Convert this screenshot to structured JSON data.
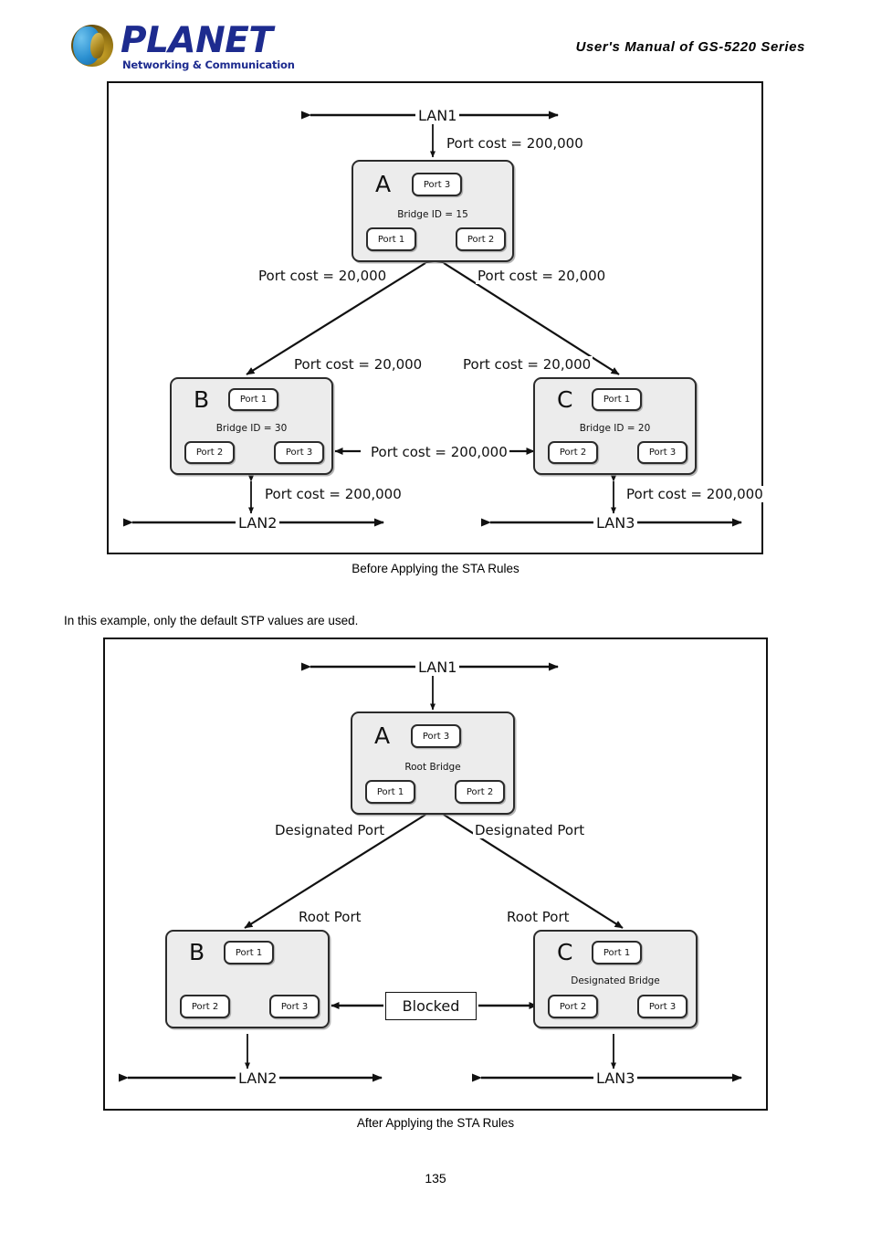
{
  "header": {
    "logo_word": "PLANET",
    "logo_tagline": "Networking & Communication",
    "manual_title": "User's Manual of GS-5220 Series"
  },
  "body_note": "In this example, only the default STP values are used.",
  "page_number": "135",
  "figure1": {
    "caption": "Before Applying the STA Rules",
    "lan_top": "LAN1",
    "lan_bottom_left": "LAN2",
    "lan_bottom_right": "LAN3",
    "bridges": [
      {
        "letter": "A",
        "sub": "Bridge ID = 15",
        "ports": [
          "Port 3",
          "Port 1",
          "Port 2"
        ]
      },
      {
        "letter": "B",
        "sub": "Bridge ID = 30",
        "ports": [
          "Port 1",
          "Port 2",
          "Port 3"
        ]
      },
      {
        "letter": "C",
        "sub": "Bridge ID = 20",
        "ports": [
          "Port 1",
          "Port 2",
          "Port 3"
        ]
      }
    ],
    "costs": {
      "lan1_to_a": "Port cost = 200,000",
      "a_left_upper": "Port cost = 20,000",
      "a_right_upper": "Port cost = 20,000",
      "b_upper": "Port cost = 20,000",
      "c_upper": "Port cost = 20,000",
      "b_to_c": "Port cost = 200,000",
      "b_to_lan2": "Port cost = 200,000",
      "c_to_lan3": "Port cost = 200,000"
    }
  },
  "figure2": {
    "caption": "After Applying the STA Rules",
    "lan_top": "LAN1",
    "lan_bottom_left": "LAN2",
    "lan_bottom_right": "LAN3",
    "blocked_label": "Blocked",
    "bridges": [
      {
        "letter": "A",
        "sub": "Root Bridge",
        "ports": [
          "Port 3",
          "Port 1",
          "Port 2"
        ]
      },
      {
        "letter": "B",
        "sub": "",
        "ports": [
          "Port 1",
          "Port 2",
          "Port 3"
        ]
      },
      {
        "letter": "C",
        "sub": "Designated Bridge",
        "ports": [
          "Port 1",
          "Port 2",
          "Port 3"
        ]
      }
    ],
    "roles": {
      "designated_left": "Designated Port",
      "designated_right": "Designated Port",
      "root_left": "Root Port",
      "root_right": "Root Port"
    }
  },
  "colors": {
    "brand_blue": "#1d2b8f",
    "bridge_fill": "#ececec",
    "line": "#111111"
  }
}
